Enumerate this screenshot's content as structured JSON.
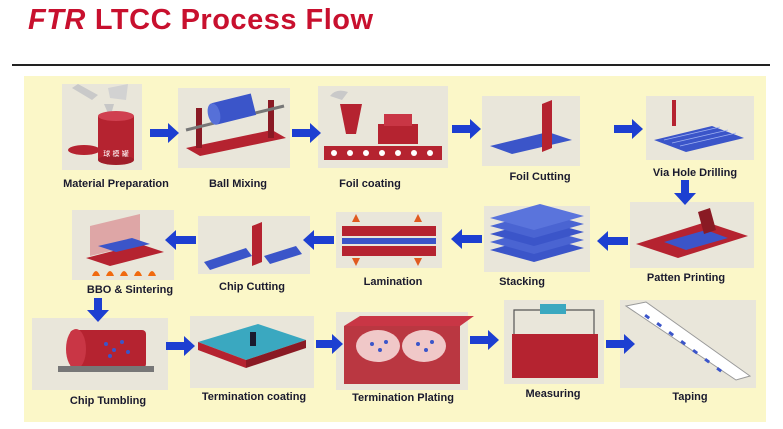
{
  "header": {
    "brand": "FTR",
    "title": "LTCC Process Flow"
  },
  "steps": [
    {
      "label": "Material Preparation",
      "icon": "material-preparation-icon"
    },
    {
      "label": "Ball Mixing",
      "icon": "ball-mill-icon"
    },
    {
      "label": "Foil coating",
      "icon": "foil-coating-icon"
    },
    {
      "label": "Foil Cutting",
      "icon": "foil-cutting-icon"
    },
    {
      "label": "Via Hole Drilling",
      "icon": "via-drilling-icon"
    },
    {
      "label": "Patten Printing",
      "icon": "pattern-printing-icon"
    },
    {
      "label": "Stacking",
      "icon": "stacking-icon"
    },
    {
      "label": "Lamination",
      "icon": "lamination-press-icon"
    },
    {
      "label": "Chip Cutting",
      "icon": "chip-cutting-icon"
    },
    {
      "label": "BBO & Sintering",
      "icon": "sintering-furnace-icon"
    },
    {
      "label": "Chip Tumbling",
      "icon": "tumbling-drum-icon"
    },
    {
      "label": "Termination coating",
      "icon": "termination-coating-icon"
    },
    {
      "label": "Termination Plating",
      "icon": "plating-tank-icon"
    },
    {
      "label": "Measuring",
      "icon": "measuring-icon"
    },
    {
      "label": "Taping",
      "icon": "taping-reel-icon"
    }
  ],
  "material_prep_vessel_text": "球 模 罐",
  "colors": {
    "title_red": "#c8102e",
    "panel": "#fbf7c8",
    "arrow_blue": "#1d3fd1",
    "machine_red": "#b52330",
    "sheet_blue": "#3b55c9",
    "image_bg": "#e9e6da"
  }
}
